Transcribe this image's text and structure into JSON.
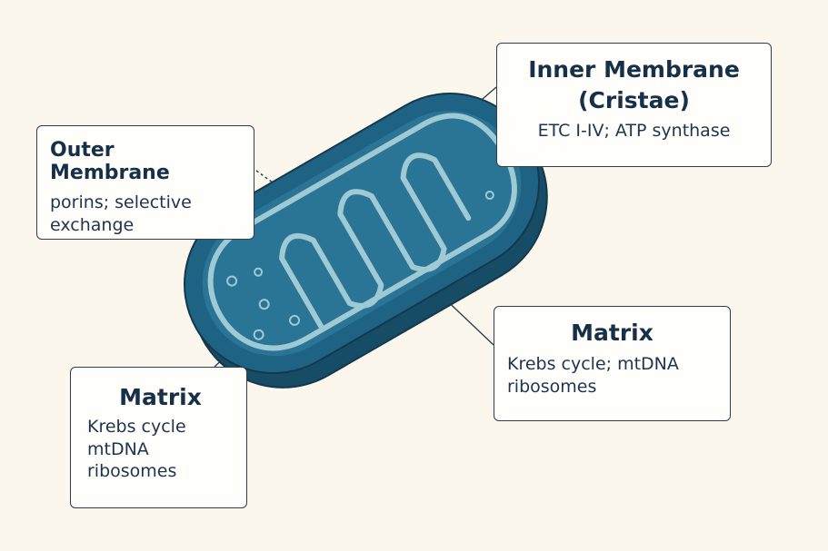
{
  "labels": {
    "inner_membrane": {
      "title": "Inner Membrane\n(Cristae)",
      "description": "ETC I-IV; ATP synthase"
    },
    "outer_membrane": {
      "title": "Outer Membrane",
      "description": "porins; selective\nexchange"
    },
    "matrix_right": {
      "title": "Matrix",
      "description": "Krebs cycle; mtDNA\nribosomes"
    },
    "matrix_left": {
      "title": "Matrix",
      "description": "Krebs cycle\nmtDNA\nribosomes"
    }
  },
  "colors": {
    "background": "#fbf7ec",
    "outer_body": "#1e6384",
    "outer_dark": "#164c66",
    "inner_space": "#2a7596",
    "membrane_line": "#9fc9d3",
    "outline": "#15384d",
    "box_border": "#2b3e52",
    "text": "#16304a"
  },
  "icons": [
    "mitochondrion-illustration"
  ]
}
